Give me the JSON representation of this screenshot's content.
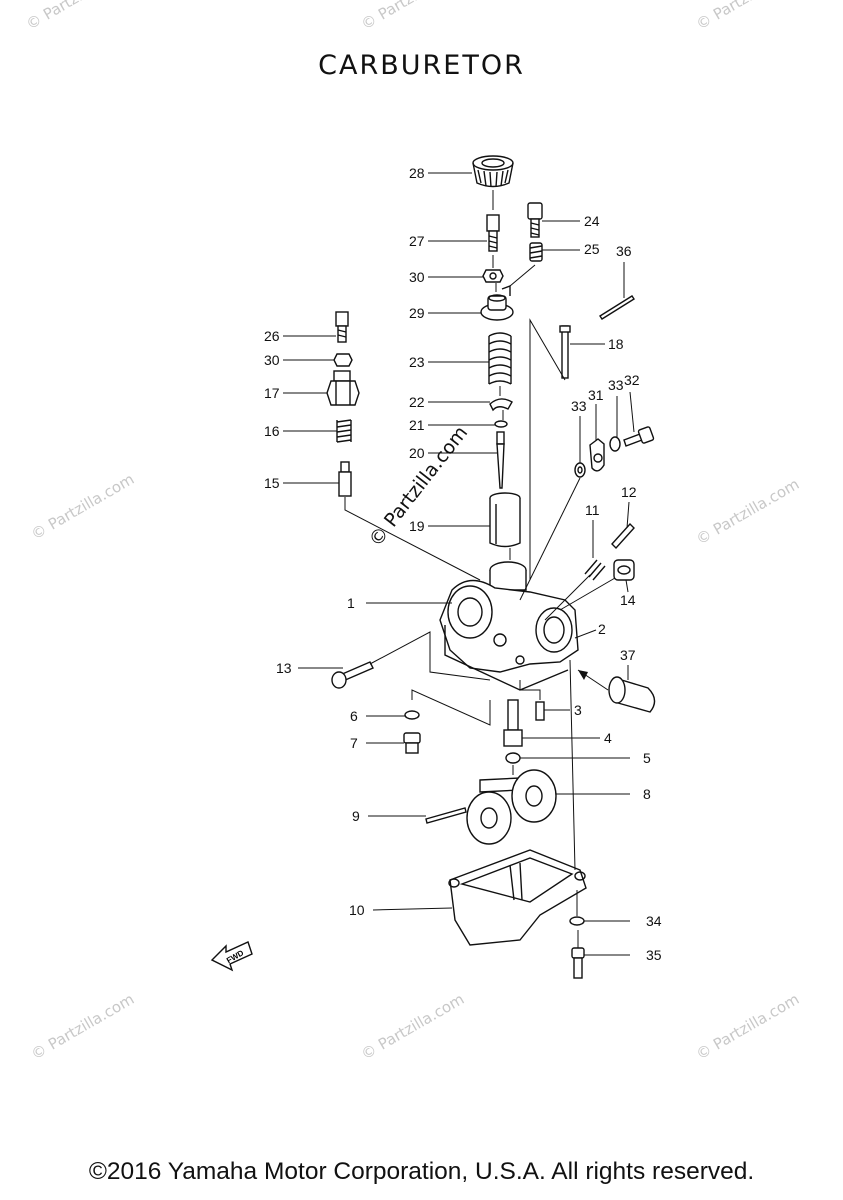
{
  "title": "CARBURETOR",
  "footer": "©2016 Yamaha Motor Corporation, U.S.A. All rights reserved.",
  "fwd_badge": "FWD",
  "watermark_main": "© Partzilla.com",
  "watermark": "© Partzilla.com",
  "parts": {
    "p1": "1",
    "p2": "2",
    "p3": "3",
    "p4": "4",
    "p5": "5",
    "p6": "6",
    "p7": "7",
    "p8": "8",
    "p9": "9",
    "p10": "10",
    "p11": "11",
    "p12": "12",
    "p13": "13",
    "p14": "14",
    "p15": "15",
    "p16": "16",
    "p17": "17",
    "p18": "18",
    "p19": "19",
    "p20": "20",
    "p21": "21",
    "p22": "22",
    "p23": "23",
    "p24": "24",
    "p25": "25",
    "p26": "26",
    "p27": "27",
    "p28": "28",
    "p29": "29",
    "p30a": "30",
    "p30b": "30",
    "p31": "31",
    "p32": "32",
    "p33a": "33",
    "p33b": "33",
    "p34": "34",
    "p35": "35",
    "p36": "36",
    "p37": "37"
  }
}
